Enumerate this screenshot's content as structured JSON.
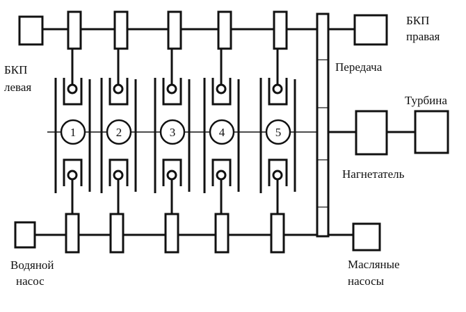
{
  "diagram": {
    "type": "engine-drive-schematic",
    "colors": {
      "stroke": "#111111",
      "background": "#ffffff"
    },
    "labels": {
      "gearbox_right_line1": "БКП",
      "gearbox_right_line2": "правая",
      "gearbox_left_line1": "БКП",
      "gearbox_left_line2": "левая",
      "transmission": "Передача",
      "turbine": "Турбина",
      "supercharger": "Нагнетатель",
      "water_pump_line1": "Водяной",
      "water_pump_line2": "насос",
      "oil_pumps_line1": "Масляные",
      "oil_pumps_line2": "насосы"
    },
    "cylinders": [
      {
        "number": "1"
      },
      {
        "number": "2"
      },
      {
        "number": "3"
      },
      {
        "number": "4"
      },
      {
        "number": "5"
      }
    ]
  }
}
